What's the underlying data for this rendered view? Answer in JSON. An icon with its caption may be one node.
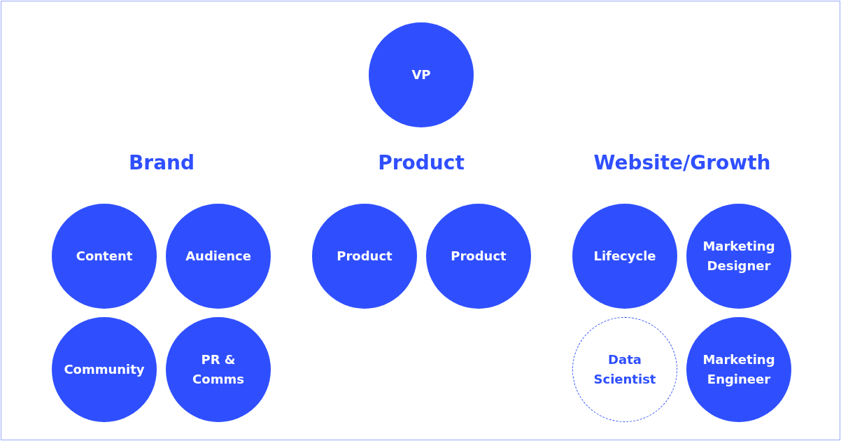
{
  "diagram": {
    "nodes": [
      {
        "text": [
          "VP"
        ]
      },
      {
        "text": [
          "Content"
        ]
      },
      {
        "text": [
          "Audience"
        ]
      },
      {
        "text": [
          "Community"
        ]
      },
      {
        "text": [
          "PR & Comms"
        ]
      },
      {
        "text": [
          "Product"
        ]
      },
      {
        "text": [
          "Product"
        ]
      },
      {
        "text": [
          "Lifecycle"
        ]
      },
      {
        "text": [
          "Marketing Designer"
        ]
      },
      {
        "text": [
          "Data Scientist"
        ]
      },
      {
        "text": [
          "Marketing Engineer"
        ]
      }
    ],
    "edges": [],
    "labels": [
      "Brand",
      "Product",
      "Website/Growth"
    ]
  }
}
